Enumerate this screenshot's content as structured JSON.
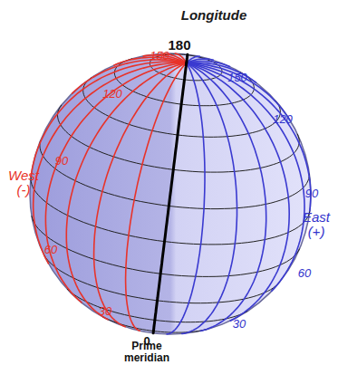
{
  "diagram": {
    "title": "Longitude",
    "labels": [
      "180",
      "150",
      "120",
      "90",
      "West (-)",
      "60",
      "30",
      "150",
      "120",
      "90",
      "East (+)",
      "60",
      "30",
      "0",
      "Prime meridian"
    ]
  }
}
